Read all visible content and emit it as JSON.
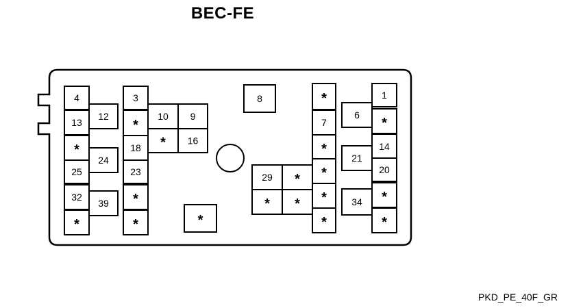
{
  "title": "BEC-FE",
  "diagram_code": "PKD_PE_40F_GR",
  "slots": [
    {
      "id": "slot-4",
      "label": "4"
    },
    {
      "id": "slot-13",
      "label": "13"
    },
    {
      "id": "slot-star-l1",
      "label": "*"
    },
    {
      "id": "slot-25",
      "label": "25"
    },
    {
      "id": "slot-32",
      "label": "32"
    },
    {
      "id": "slot-star-l2",
      "label": "*"
    },
    {
      "id": "slot-12",
      "label": "12"
    },
    {
      "id": "slot-24",
      "label": "24"
    },
    {
      "id": "slot-39",
      "label": "39"
    },
    {
      "id": "slot-3",
      "label": "3"
    },
    {
      "id": "slot-star-c1",
      "label": "*"
    },
    {
      "id": "slot-18",
      "label": "18"
    },
    {
      "id": "slot-23",
      "label": "23"
    },
    {
      "id": "slot-star-c2",
      "label": "*"
    },
    {
      "id": "slot-star-c3",
      "label": "*"
    },
    {
      "id": "slot-10",
      "label": "10"
    },
    {
      "id": "slot-9",
      "label": "9"
    },
    {
      "id": "slot-star-c4",
      "label": "*"
    },
    {
      "id": "slot-16",
      "label": "16"
    },
    {
      "id": "slot-star-c5",
      "label": "*"
    },
    {
      "id": "slot-8",
      "label": "8"
    },
    {
      "id": "slot-29",
      "label": "29"
    },
    {
      "id": "slot-star-m1",
      "label": "*"
    },
    {
      "id": "slot-star-m2",
      "label": "*"
    },
    {
      "id": "slot-star-m3",
      "label": "*"
    },
    {
      "id": "slot-star-r1",
      "label": "*"
    },
    {
      "id": "slot-7",
      "label": "7"
    },
    {
      "id": "slot-star-r2",
      "label": "*"
    },
    {
      "id": "slot-star-r3",
      "label": "*"
    },
    {
      "id": "slot-star-r4",
      "label": "*"
    },
    {
      "id": "slot-star-r5",
      "label": "*"
    },
    {
      "id": "slot-6",
      "label": "6"
    },
    {
      "id": "slot-21",
      "label": "21"
    },
    {
      "id": "slot-34",
      "label": "34"
    },
    {
      "id": "slot-1",
      "label": "1"
    },
    {
      "id": "slot-star-r6",
      "label": "*"
    },
    {
      "id": "slot-14",
      "label": "14"
    },
    {
      "id": "slot-20",
      "label": "20"
    },
    {
      "id": "slot-star-r7",
      "label": "*"
    },
    {
      "id": "slot-star-r8",
      "label": "*"
    }
  ]
}
